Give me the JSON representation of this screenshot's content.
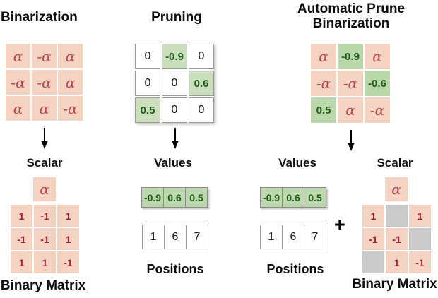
{
  "figure": {
    "colors": {
      "pink_cell": "#f4d3c2",
      "alpha_text": "#c0464c",
      "binary_value_text": "#ab1f2b",
      "pruning_green_cell": "#cbdfbe",
      "apb_green_cell": "#b9d7ab",
      "values_green_cell": "#bdd8ae",
      "green_text": "#1e5b16",
      "gray_cell": "#cbcbcb"
    },
    "columns": {
      "binarization": {
        "title": "Binarization",
        "matrix": [
          [
            {
              "v": "α",
              "k": "pink"
            },
            {
              "v": "-α",
              "k": "pink"
            },
            {
              "v": "α",
              "k": "pink"
            }
          ],
          [
            {
              "v": "-α",
              "k": "pink"
            },
            {
              "v": "-α",
              "k": "pink"
            },
            {
              "v": "α",
              "k": "pink"
            }
          ],
          [
            {
              "v": "α",
              "k": "pink"
            },
            {
              "v": "α",
              "k": "pink"
            },
            {
              "v": "-α",
              "k": "pink"
            }
          ]
        ],
        "scalar_label": "Scalar",
        "scalar_value": "α",
        "binary_matrix": [
          [
            {
              "v": "1",
              "k": "pink"
            },
            {
              "v": "-1",
              "k": "pink"
            },
            {
              "v": "1",
              "k": "pink"
            }
          ],
          [
            {
              "v": "-1",
              "k": "pink"
            },
            {
              "v": "-1",
              "k": "pink"
            },
            {
              "v": "1",
              "k": "pink"
            }
          ],
          [
            {
              "v": "1",
              "k": "pink"
            },
            {
              "v": "1",
              "k": "pink"
            },
            {
              "v": "-1",
              "k": "pink"
            }
          ]
        ],
        "binary_label": "Binary Matrix"
      },
      "pruning": {
        "title": "Pruning",
        "matrix": [
          [
            {
              "v": "0",
              "k": "white"
            },
            {
              "v": "-0.9",
              "k": "green"
            },
            {
              "v": "0",
              "k": "white"
            }
          ],
          [
            {
              "v": "0",
              "k": "white"
            },
            {
              "v": "0",
              "k": "white"
            },
            {
              "v": "0.6",
              "k": "green"
            }
          ],
          [
            {
              "v": "0.5",
              "k": "green"
            },
            {
              "v": "0",
              "k": "white"
            },
            {
              "v": "0",
              "k": "white"
            }
          ]
        ],
        "values_label": "Values",
        "values": [
          "-0.9",
          "0.6",
          "0.5"
        ],
        "positions": [
          "1",
          "6",
          "7"
        ],
        "positions_label": "Positions"
      },
      "apb": {
        "title_line1": "Automatic Prune",
        "title_line2": "Binarization",
        "matrix": [
          [
            {
              "v": "α",
              "k": "pink"
            },
            {
              "v": "-0.9",
              "k": "green"
            },
            {
              "v": "α",
              "k": "pink"
            }
          ],
          [
            {
              "v": "-α",
              "k": "pink"
            },
            {
              "v": "-α",
              "k": "pink"
            },
            {
              "v": "-0.6",
              "k": "green"
            }
          ],
          [
            {
              "v": "0.5",
              "k": "green"
            },
            {
              "v": "α",
              "k": "pink"
            },
            {
              "v": "-α",
              "k": "pink"
            }
          ]
        ],
        "values_label": "Values",
        "values": [
          "-0.9",
          "0.6",
          "0.5"
        ],
        "positions": [
          "1",
          "6",
          "7"
        ],
        "positions_label": "Positions",
        "plus": "+",
        "scalar_label": "Scalar",
        "scalar_value": "α",
        "binary_matrix": [
          [
            {
              "v": "1",
              "k": "pink"
            },
            {
              "v": "",
              "k": "gray"
            },
            {
              "v": "1",
              "k": "pink"
            }
          ],
          [
            {
              "v": "-1",
              "k": "pink"
            },
            {
              "v": "-1",
              "k": "pink"
            },
            {
              "v": "",
              "k": "gray"
            }
          ],
          [
            {
              "v": "",
              "k": "gray"
            },
            {
              "v": "1",
              "k": "pink"
            },
            {
              "v": "-1",
              "k": "pink"
            }
          ]
        ],
        "binary_label": "Binary Matrix"
      }
    }
  }
}
